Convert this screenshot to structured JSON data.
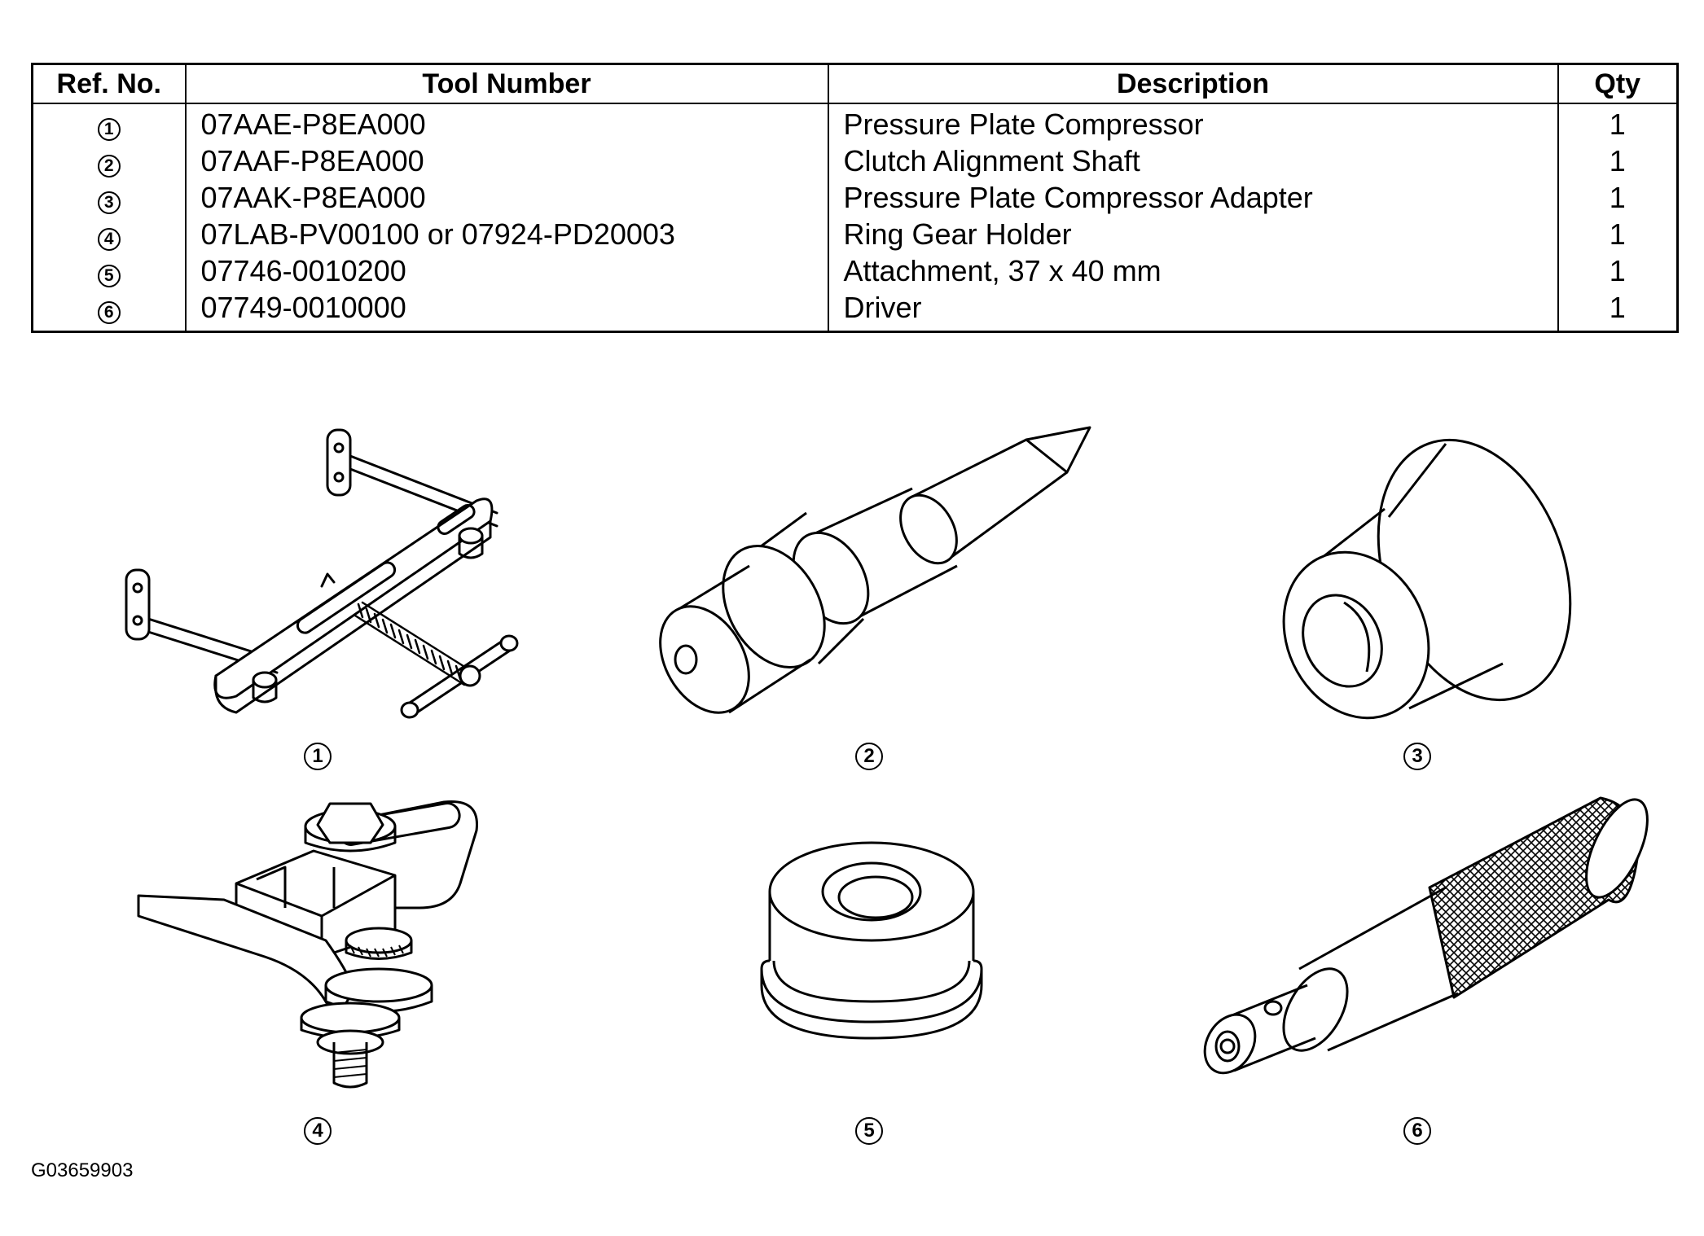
{
  "table": {
    "headers": {
      "ref": "Ref. No.",
      "tool_number": "Tool Number",
      "description": "Description",
      "qty": "Qty"
    },
    "rows": [
      {
        "ref": "1",
        "tool_number": "07AAE-P8EA000",
        "description": "Pressure Plate Compressor",
        "qty": "1"
      },
      {
        "ref": "2",
        "tool_number": "07AAF-P8EA000",
        "description": "Clutch Alignment Shaft",
        "qty": "1"
      },
      {
        "ref": "3",
        "tool_number": "07AAK-P8EA000",
        "description": "Pressure Plate Compressor Adapter",
        "qty": "1"
      },
      {
        "ref": "4",
        "tool_number": "07LAB-PV00100 or 07924-PD20003",
        "description": "Ring Gear Holder",
        "qty": "1"
      },
      {
        "ref": "5",
        "tool_number": "07746-0010200",
        "description": "Attachment, 37 x 40 mm",
        "qty": "1"
      },
      {
        "ref": "6",
        "tool_number": "07749-0010000",
        "description": "Driver",
        "qty": "1"
      }
    ]
  },
  "figures": {
    "labels": [
      "1",
      "2",
      "3",
      "4",
      "5",
      "6"
    ],
    "icons": [
      "pressure-plate-compressor-icon",
      "clutch-alignment-shaft-icon",
      "compressor-adapter-icon",
      "ring-gear-holder-icon",
      "attachment-icon",
      "driver-icon"
    ]
  },
  "figure_code": "G03659903"
}
